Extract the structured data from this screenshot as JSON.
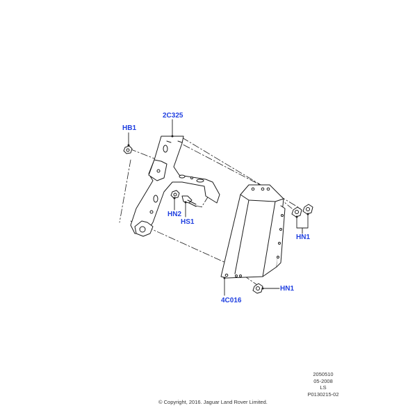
{
  "diagram": {
    "callout_color": "#1f3fe0",
    "line_color": "#1a1a1a",
    "callouts": [
      {
        "id": "HB1",
        "label": "HB1"
      },
      {
        "id": "2C325",
        "label": "2C325"
      },
      {
        "id": "HN2",
        "label": "HN2"
      },
      {
        "id": "HS1",
        "label": "HS1"
      },
      {
        "id": "HN1_top",
        "label": "HN1"
      },
      {
        "id": "HN1_bottom",
        "label": "HN1"
      },
      {
        "id": "4C016",
        "label": "4C016"
      }
    ],
    "parts": [
      {
        "name": "bracket",
        "callout": "2C325"
      },
      {
        "name": "control-module",
        "callout": "4C016"
      },
      {
        "name": "bolt",
        "callout": "HB1"
      },
      {
        "name": "nut",
        "callout": "HN2"
      },
      {
        "name": "stud",
        "callout": "HS1"
      },
      {
        "name": "nuts-pair",
        "callout": "HN1"
      },
      {
        "name": "nut-lower",
        "callout": "HN1"
      }
    ]
  },
  "meta": {
    "line1": "2050510",
    "line2": "05-2008",
    "line3": "LS",
    "line4": "P0130215-02"
  },
  "footer": {
    "copyright": "© Copyright, 2016. Jaguar Land Rover Limited."
  }
}
